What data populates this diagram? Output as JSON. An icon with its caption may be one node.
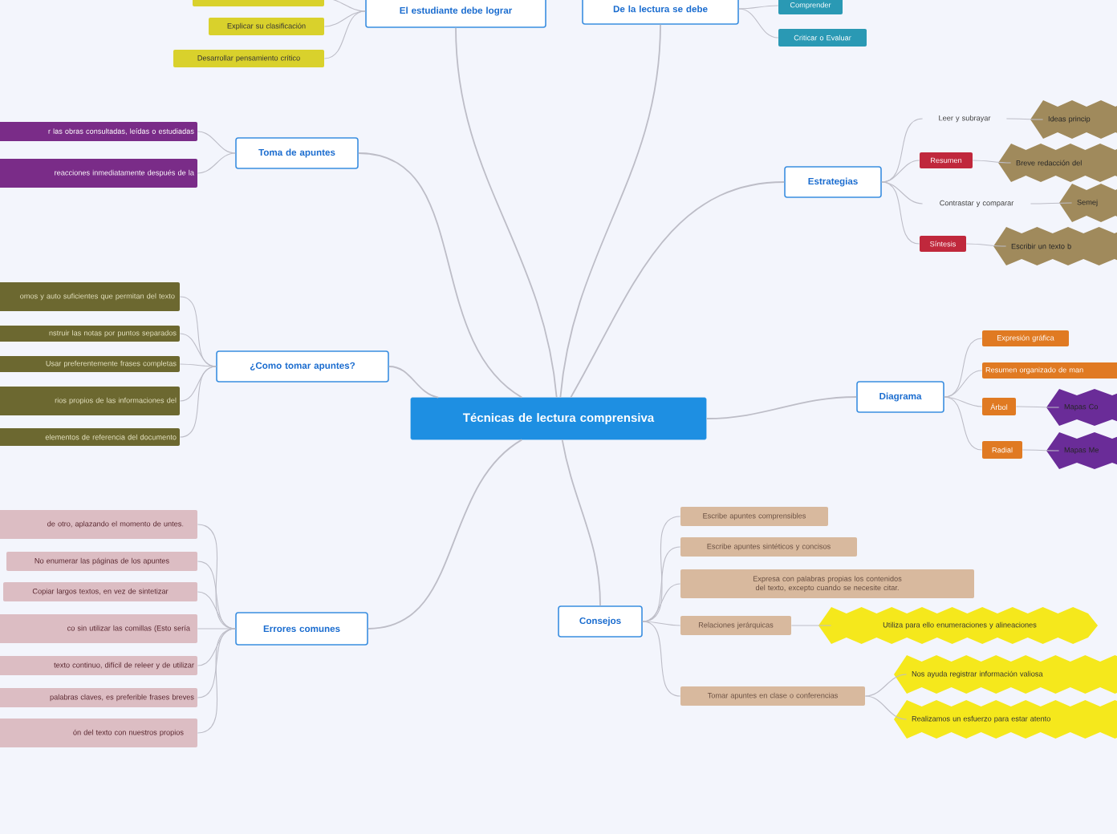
{
  "diagram": {
    "nodes": [
      {
        "text": [
          "Técnicas de lectura comprensiva"
        ]
      },
      {
        "text": [
          "El estudiante debe lograr"
        ]
      },
      {
        "text": [],
        "shape": "box"
      },
      {
        "text": [
          "Explicar su clasificación"
        ]
      },
      {
        "text": [
          "Desarrollar pensamiento crítico"
        ]
      },
      {
        "text": [
          "De la lectura se debe"
        ]
      },
      {
        "text": [
          "Comprender"
        ]
      },
      {
        "text": [
          "Criticar o Evaluar"
        ]
      },
      {
        "text": [
          "Toma de apuntes"
        ]
      },
      {
        "text": [
          "r las obras consultadas, leídas o estudiadas"
        ]
      },
      {
        "text": [
          "reacciones inmediatamente después de la"
        ]
      },
      {
        "text": [
          "¿Como tomar apuntes?"
        ]
      },
      {
        "text": [
          "omos y auto suficientes que permitan del texto"
        ]
      },
      {
        "text": [
          "nstruir las notas por puntos separados"
        ]
      },
      {
        "text": [
          "Usar preferentemente frases completas"
        ]
      },
      {
        "text": [
          "rios propios de las informaciones del"
        ]
      },
      {
        "text": [
          "elementos de referencia del documento"
        ]
      },
      {
        "text": [
          "Errores comunes"
        ]
      },
      {
        "text": [
          "de otro, aplazando el momento de untes."
        ]
      },
      {
        "text": [
          "No enumerar las páginas de los apuntes"
        ]
      },
      {
        "text": [
          "Copiar largos textos, en vez de sintetizar"
        ]
      },
      {
        "text": [
          "co sin utilizar las comillas (Esto sería"
        ]
      },
      {
        "text": [
          "texto continuo, difícil de releer y de utilizar"
        ]
      },
      {
        "text": [
          "palabras claves, es preferible frases breves"
        ]
      },
      {
        "text": [
          "ón del texto con nuestros propios"
        ]
      },
      {
        "text": [
          "Estrategias"
        ]
      },
      {
        "text": [
          "Leer y subrayar"
        ]
      },
      {
        "text": [
          "Ideas princip"
        ]
      },
      {
        "text": [
          "Resumen"
        ]
      },
      {
        "text": [
          "Breve redacción del"
        ]
      },
      {
        "text": [
          "Contrastar y comparar"
        ]
      },
      {
        "text": [
          "Semej"
        ]
      },
      {
        "text": [
          "Síntesis"
        ]
      },
      {
        "text": [
          "Escribir un texto b"
        ]
      },
      {
        "text": [
          "Diagrama"
        ]
      },
      {
        "text": [
          "Expresión gráfica"
        ]
      },
      {
        "text": [
          "Resumen organizado de man"
        ]
      },
      {
        "text": [
          "Árbol"
        ]
      },
      {
        "text": [
          "Mapas Co"
        ]
      },
      {
        "text": [
          "Radial"
        ]
      },
      {
        "text": [
          "Mapas Me"
        ]
      },
      {
        "text": [
          "Consejos"
        ]
      },
      {
        "text": [
          "Escribe apuntes comprensibles"
        ]
      },
      {
        "text": [
          "Escribe apuntes sintéticos y concisos"
        ]
      },
      {
        "text": [
          "Expresa con palabras propias los contenidos del texto, excepto cuando se necesite citar."
        ]
      },
      {
        "text": [
          "Relaciones jerárquicas"
        ]
      },
      {
        "text": [
          "Utiliza para ello enumeraciones y alineaciones"
        ]
      },
      {
        "text": [
          "Tomar apuntes en clase o conferencias"
        ]
      },
      {
        "text": [
          "Nos ayuda registrar información valiosa"
        ]
      },
      {
        "text": [
          "Realizamos un esfuerzo para estar atento"
        ]
      }
    ],
    "edges": [
      {
        "from": 0,
        "to": 1,
        "arrow": "none"
      },
      {
        "from": 0,
        "to": 5,
        "arrow": "none"
      },
      {
        "from": 0,
        "to": 8,
        "arrow": "none"
      },
      {
        "from": 0,
        "to": 11,
        "arrow": "none"
      },
      {
        "from": 0,
        "to": 17,
        "arrow": "none"
      },
      {
        "from": 0,
        "to": 25,
        "arrow": "none"
      },
      {
        "from": 0,
        "to": 34,
        "arrow": "none"
      },
      {
        "from": 0,
        "to": 41,
        "arrow": "none"
      },
      {
        "from": 1,
        "to": 2,
        "arrow": "none"
      },
      {
        "from": 1,
        "to": 3,
        "arrow": "none"
      },
      {
        "from": 1,
        "to": 4,
        "arrow": "none"
      },
      {
        "from": 5,
        "to": 6,
        "arrow": "none"
      },
      {
        "from": 5,
        "to": 7,
        "arrow": "none"
      },
      {
        "from": 8,
        "to": 9,
        "arrow": "none"
      },
      {
        "from": 8,
        "to": 10,
        "arrow": "none"
      },
      {
        "from": 11,
        "to": 12,
        "arrow": "none"
      },
      {
        "from": 11,
        "to": 13,
        "arrow": "none"
      },
      {
        "from": 11,
        "to": 14,
        "arrow": "none"
      },
      {
        "from": 11,
        "to": 15,
        "arrow": "none"
      },
      {
        "from": 11,
        "to": 16,
        "arrow": "none"
      },
      {
        "from": 17,
        "to": 18,
        "arrow": "none"
      },
      {
        "from": 17,
        "to": 19,
        "arrow": "none"
      },
      {
        "from": 17,
        "to": 20,
        "arrow": "none"
      },
      {
        "from": 17,
        "to": 21,
        "arrow": "none"
      },
      {
        "from": 17,
        "to": 22,
        "arrow": "none"
      },
      {
        "from": 17,
        "to": 23,
        "arrow": "none"
      },
      {
        "from": 17,
        "to": 24,
        "arrow": "none"
      },
      {
        "from": 25,
        "to": 26,
        "arrow": "none"
      },
      {
        "from": 25,
        "to": 28,
        "arrow": "none"
      },
      {
        "from": 25,
        "to": 30,
        "arrow": "none"
      },
      {
        "from": 25,
        "to": 32,
        "arrow": "none"
      },
      {
        "from": 26,
        "to": 27,
        "arrow": "none"
      },
      {
        "from": 28,
        "to": 29,
        "arrow": "none"
      },
      {
        "from": 30,
        "to": 31,
        "arrow": "none"
      },
      {
        "from": 32,
        "to": 33,
        "arrow": "none"
      },
      {
        "from": 34,
        "to": 35,
        "arrow": "none"
      },
      {
        "from": 34,
        "to": 36,
        "arrow": "none"
      },
      {
        "from": 34,
        "to": 37,
        "arrow": "none"
      },
      {
        "from": 34,
        "to": 39,
        "arrow": "none"
      },
      {
        "from": 37,
        "to": 38,
        "arrow": "none"
      },
      {
        "from": 39,
        "to": 40,
        "arrow": "none"
      },
      {
        "from": 41,
        "to": 42,
        "arrow": "none"
      },
      {
        "from": 41,
        "to": 43,
        "arrow": "none"
      },
      {
        "from": 41,
        "to": 44,
        "arrow": "none"
      },
      {
        "from": 41,
        "to": 45,
        "arrow": "none"
      },
      {
        "from": 41,
        "to": 47,
        "arrow": "none"
      },
      {
        "from": 45,
        "to": 46,
        "arrow": "none"
      },
      {
        "from": 47,
        "to": 48,
        "arrow": "none"
      },
      {
        "from": 47,
        "to": 49,
        "arrow": "none"
      }
    ]
  }
}
